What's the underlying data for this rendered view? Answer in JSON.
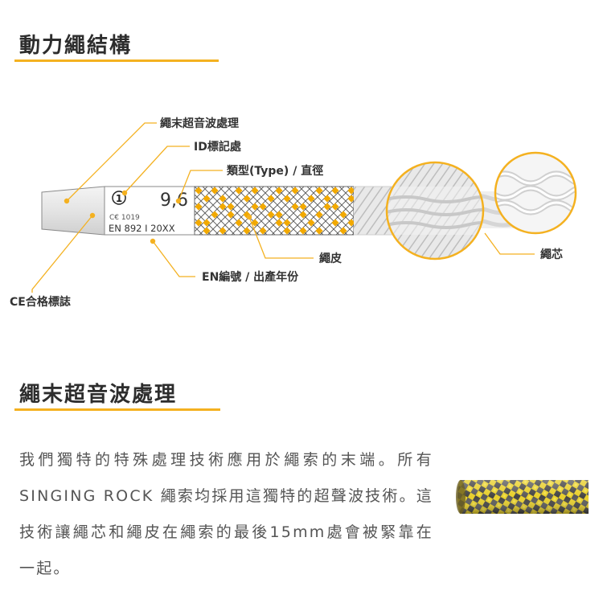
{
  "section1": {
    "title": "動力繩結構"
  },
  "diagram": {
    "labels": {
      "end_treatment": "繩末超音波處理",
      "id_mark": "ID標記處",
      "type_diameter": "類型(Type) / 直徑",
      "sheath": "繩皮",
      "core": "繩芯",
      "en_number": "EN編號 / 出產年份",
      "ce_mark": "CE合格標誌"
    },
    "tag": {
      "type_symbol": "1",
      "diameter": "9,6",
      "ce_text": "C€ 1019",
      "en_text": "EN 892 I 20XX"
    },
    "colors": {
      "accent": "#f4b120",
      "sheath_yellow": "#f2a900",
      "line_dark": "#4a4a4a"
    }
  },
  "section2": {
    "title": "繩末超音波處理",
    "body": "我們獨特的特殊處理技術應用於繩索的末端。所有SINGING ROCK 繩索均採用這獨特的超聲波技術。這技術讓繩芯和繩皮在繩索的最後15mm處會被緊靠在一起。"
  },
  "photo": {
    "icon": "rope-end-photo",
    "colors": {
      "yellow": "#e8cf2a",
      "dark": "#444444"
    }
  }
}
